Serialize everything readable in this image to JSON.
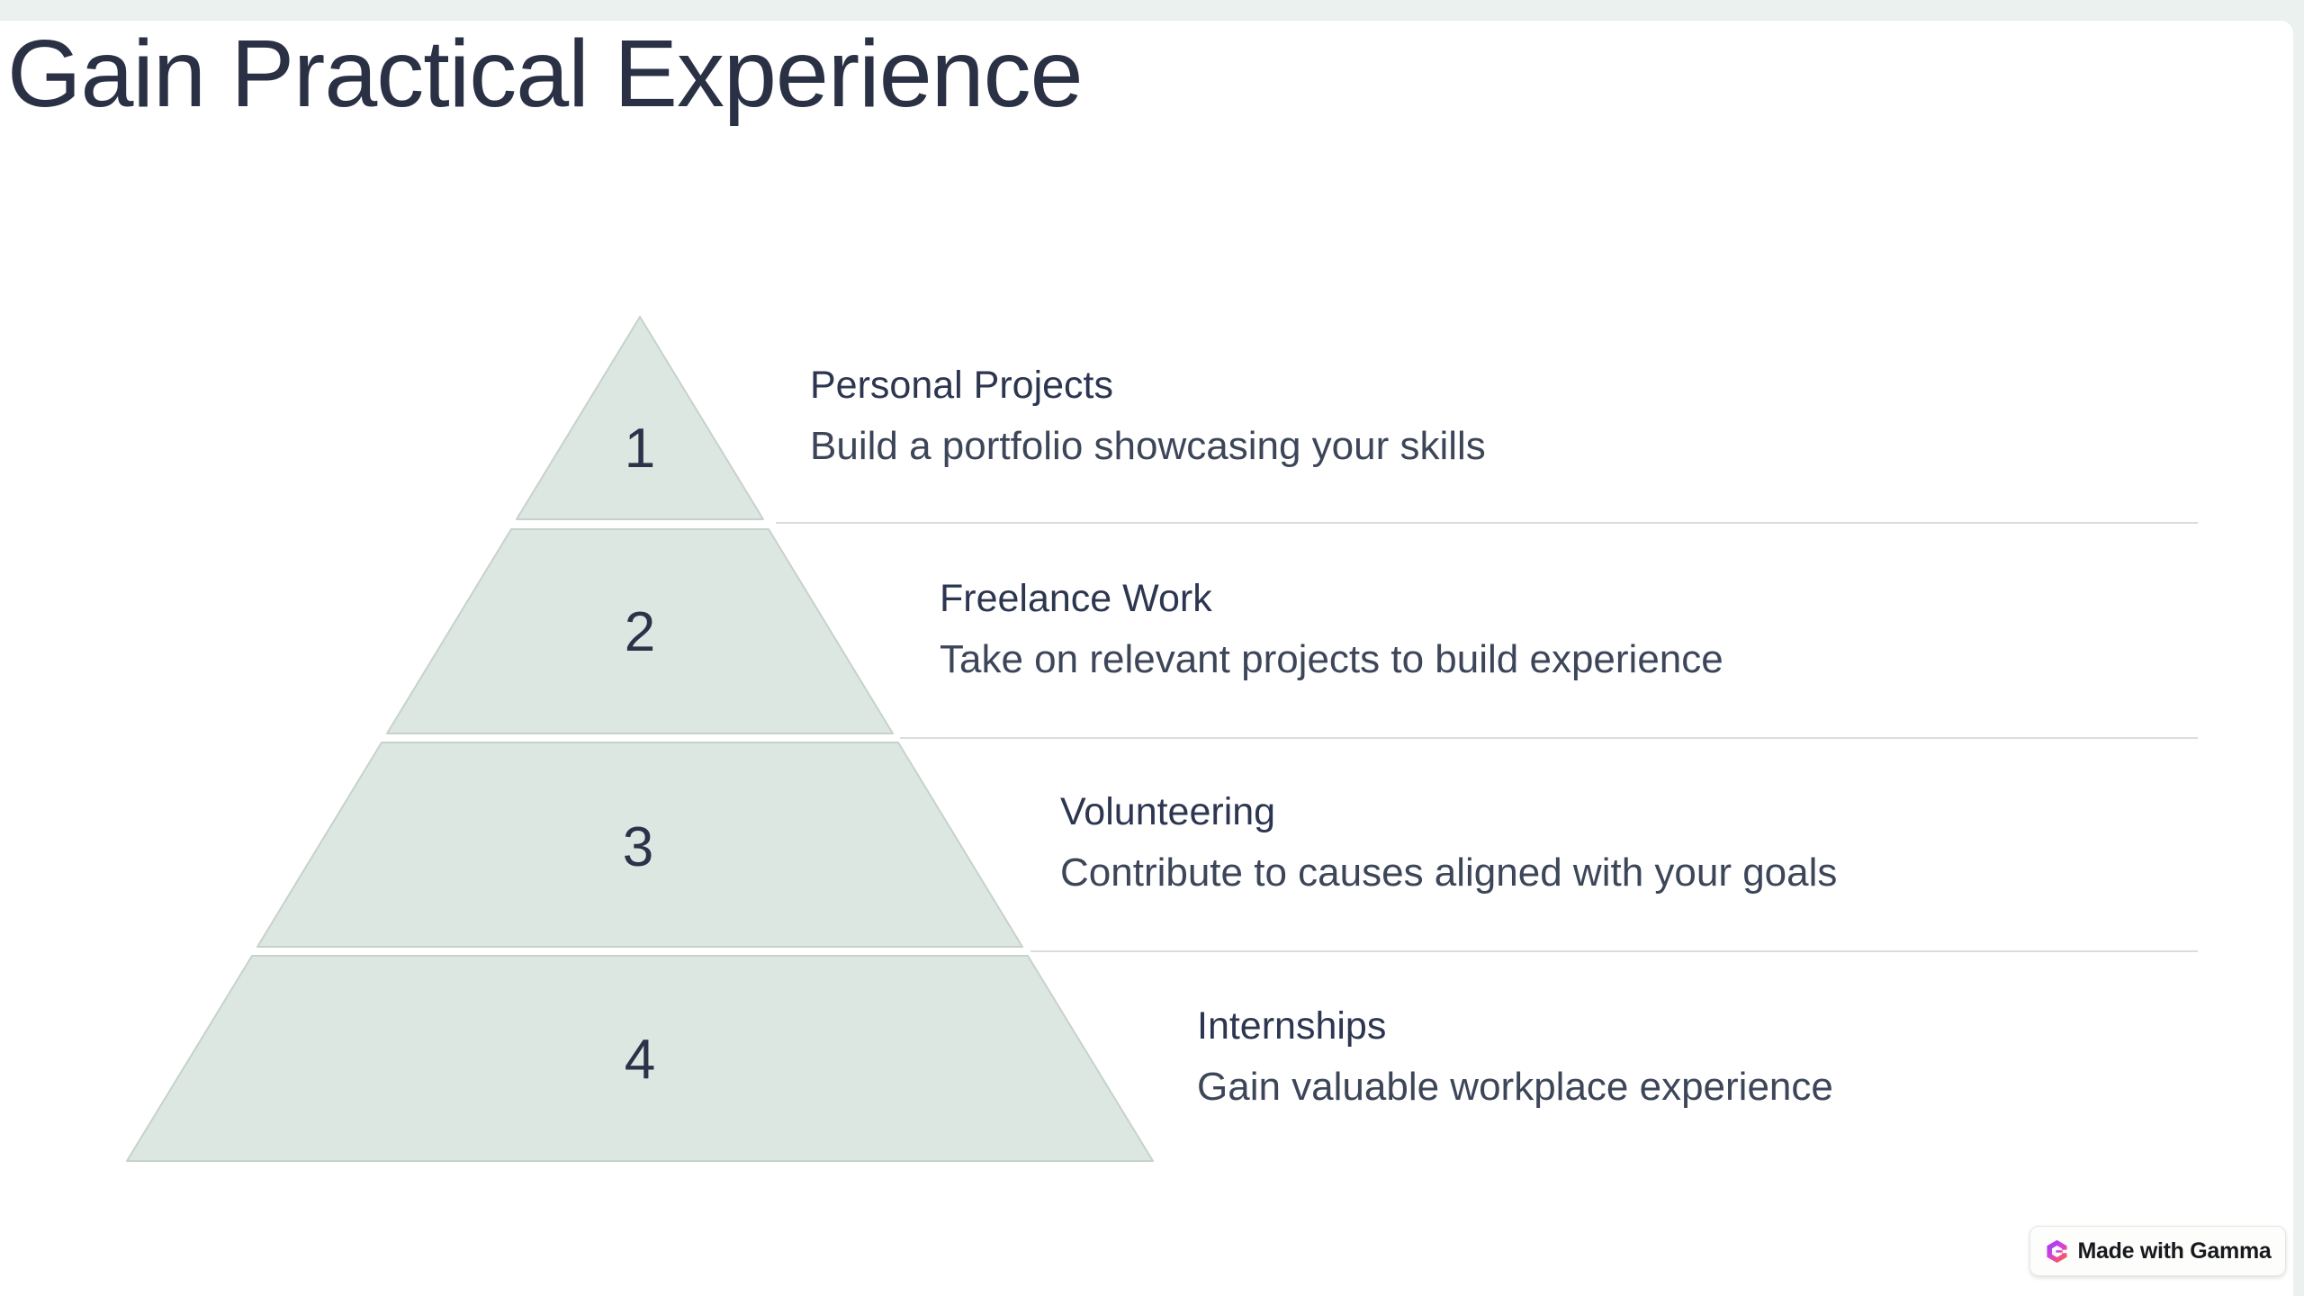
{
  "slide": {
    "title": "Gain Practical Experience"
  },
  "pyramid": {
    "levels": [
      {
        "number": "1",
        "title": "Personal Projects",
        "description": "Build a portfolio showcasing your skills"
      },
      {
        "number": "2",
        "title": "Freelance Work",
        "description": "Take on relevant projects to build experience"
      },
      {
        "number": "3",
        "title": "Volunteering",
        "description": "Contribute to causes aligned with your goals"
      },
      {
        "number": "4",
        "title": "Internships",
        "description": "Gain valuable workplace experience"
      }
    ]
  },
  "badge": {
    "label": "Made with Gamma",
    "icon": "gamma-logo-icon"
  },
  "colors": {
    "page_background": "#eaf1ee",
    "card_background": "#ffffff",
    "title_text": "#2b3144",
    "tier_fill": "#dde7e2",
    "tier_border": "#c7d2cc",
    "divider_line": "#d9dedc",
    "number_text": "#2a3348",
    "heading_text": "#2d3650",
    "body_text": "#3d4659",
    "gamma_gradient_start": "#8a3ffc",
    "gamma_gradient_mid": "#d33fe0",
    "gamma_gradient_end": "#ff5c4d"
  }
}
